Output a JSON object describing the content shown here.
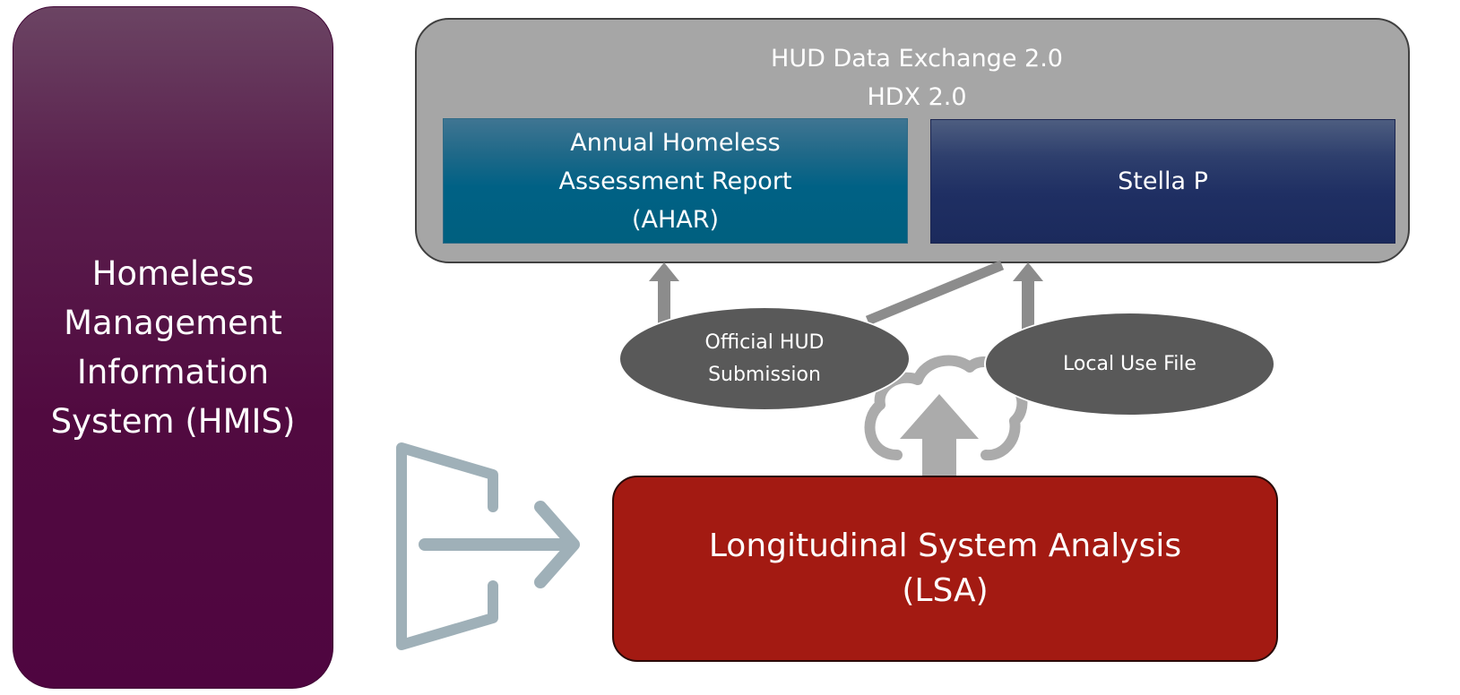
{
  "hmis": {
    "lines": [
      "Homeless",
      "Management",
      "Information",
      "System (HMIS)"
    ]
  },
  "hdx": {
    "title_line1": "HUD Data Exchange 2.0",
    "title_line2": "HDX 2.0"
  },
  "ahar": {
    "lines": [
      "Annual Homeless",
      "Assessment Report",
      "(AHAR)"
    ]
  },
  "stella": {
    "label": "Stella P"
  },
  "submissions": {
    "official": {
      "lines": [
        "Official HUD",
        "Submission"
      ]
    },
    "local": {
      "label": "Local Use File"
    }
  },
  "lsa": {
    "lines": [
      "Longitudinal System Analysis",
      "(LSA)"
    ]
  },
  "icons": {
    "export": "export-door-icon",
    "upload": "cloud-upload-icon",
    "arrows": "up-arrow-icon"
  },
  "colors": {
    "hmis": "#510a40",
    "hdx": "#a6a6a6",
    "ahar": "#006185",
    "stella": "#1f2f63",
    "oval": "#595959",
    "lsa": "#a31a12",
    "export_icon": "#9fb0b8",
    "cloud_icon": "#ababab",
    "arrow": "#8c8c8c"
  }
}
